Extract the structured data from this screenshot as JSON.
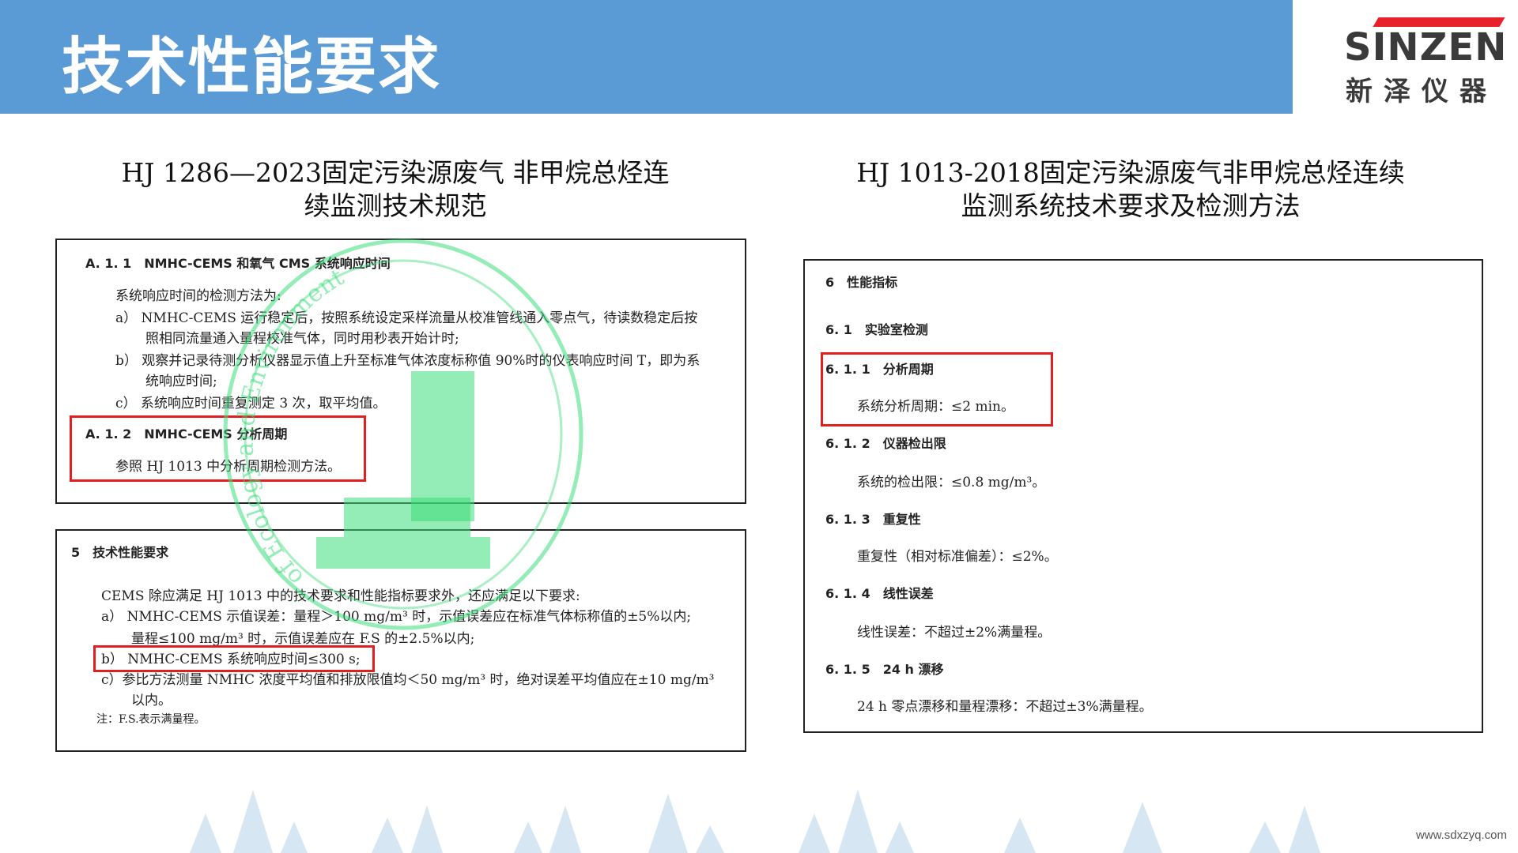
{
  "header": {
    "title": "技术性能要求",
    "brand_color": "#5b9bd5",
    "logo": {
      "en": "SINZEN",
      "cn": "新泽仪器",
      "accent": "#e8202a"
    }
  },
  "left": {
    "title_line1": "HJ 1286—2023固定污染源废气 非甲烷总烃连",
    "title_line2": "续监测技术规范",
    "box1": {
      "h1": "A. 1. 1　NMHC-CEMS 和氧气 CMS 系统响应时间",
      "p1": "系统响应时间的检测方法为:",
      "a1": "a）  NMHC-CEMS 运行稳定后，按照系统设定采样流量从校准管线通入零点气，待读数稳定后按",
      "a2": "照相同流量通入量程校准气体，同时用秒表开始计时;",
      "b1": "b）  观察并记录待测分析仪器显示值上升至标准气体浓度标称值 90%时的仪表响应时间 T，即为系",
      "b2": "统响应时间;",
      "c1": "c）   系统响应时间重复测定 3 次，取平均值。",
      "h2": "A. 1. 2　NMHC-CEMS 分析周期",
      "p2": "参照 HJ 1013 中分析周期检测方法。"
    },
    "box2": {
      "h1": "5　技术性能要求",
      "p1": "CEMS 除应满足 HJ 1013 中的技术要求和性能指标要求外，还应满足以下要求:",
      "a1": "a）  NMHC-CEMS 示值误差：量程＞100 mg/m³ 时，示值误差应在标准气体标称值的±5%以内;",
      "a2": "量程≤100 mg/m³ 时，示值误差应在 F.S 的±2.5%以内;",
      "b1": "b）  NMHC-CEMS 系统响应时间≤300 s;",
      "c1": "c）参比方法测量 NMHC 浓度平均值和排放限值均＜50 mg/m³ 时，绝对误差平均值应在±10 mg/m³",
      "c2": "以内。",
      "note": "注：F.S.表示满量程。"
    }
  },
  "right": {
    "title_line1": "HJ 1013-2018固定污染源废气非甲烷总烃连续",
    "title_line2": "监测系统技术要求及检测方法",
    "box": {
      "h1": "6　性能指标",
      "h2": "6. 1　实验室检测",
      "h3": "6. 1. 1　分析周期",
      "p3": "系统分析周期：≤2 min。",
      "h4": "6. 1. 2　仪器检出限",
      "p4": "系统的检出限：≤0.8 mg/m³。",
      "h5": "6. 1. 3　重复性",
      "p5": "重复性（相对标准偏差）：≤2%。",
      "h6": "6. 1. 4　线性误差",
      "p6": "线性误差：不超过±2%满量程。",
      "h7": "6. 1. 5　24 h 漂移",
      "p7": "24 h 零点漂移和量程漂移：不超过±3%满量程。"
    }
  },
  "highlight_color": "#e02020",
  "watermark": {
    "text": "of Ecology and Environment",
    "color": "#3ddc7a"
  },
  "footer": {
    "url": "www.sdxzyq.com"
  }
}
